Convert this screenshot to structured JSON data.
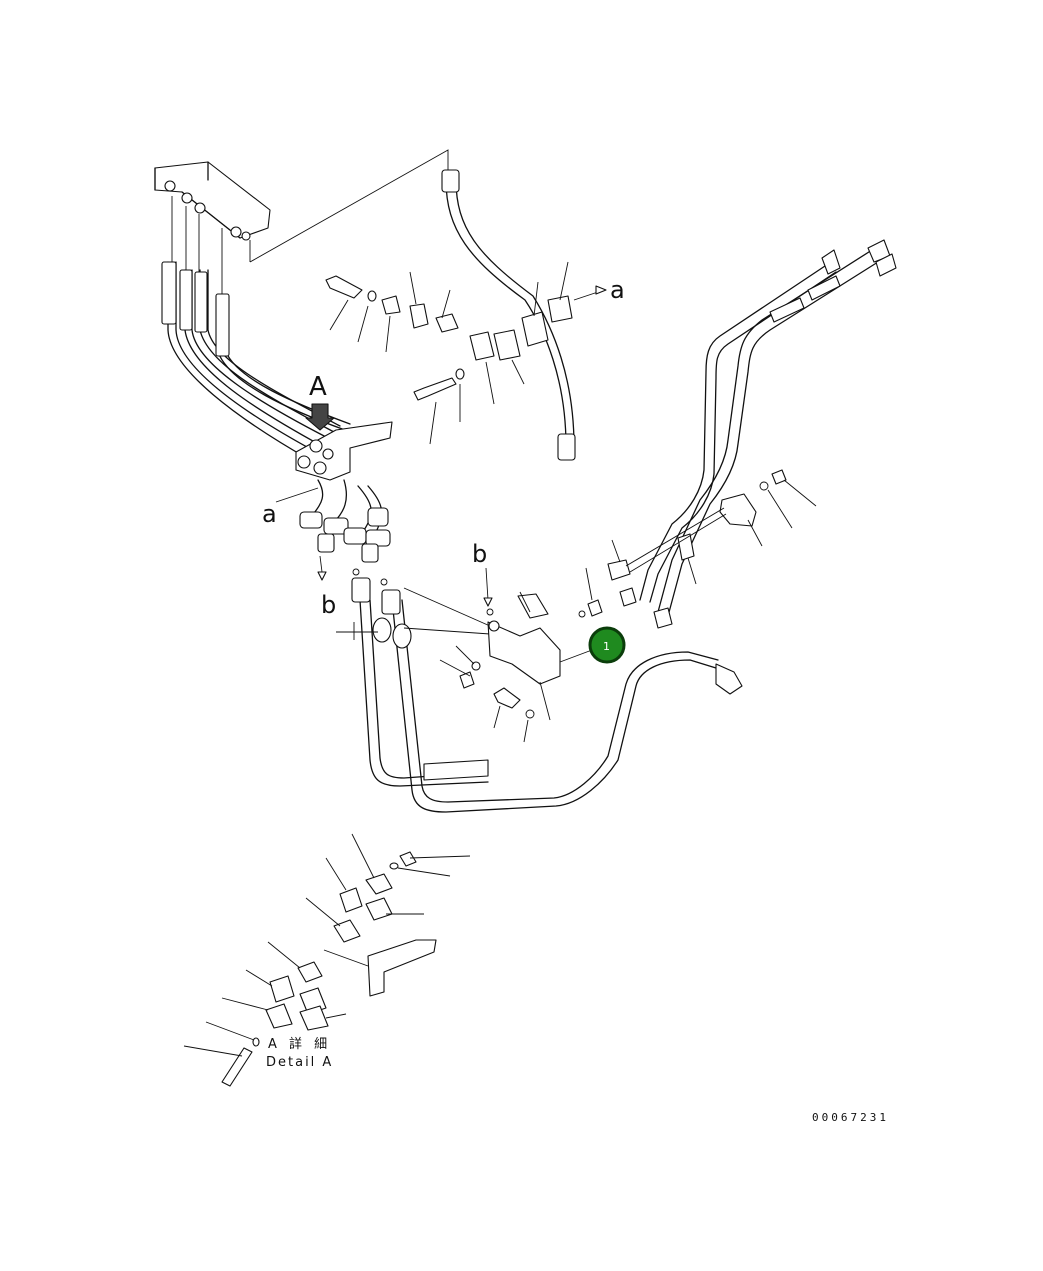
{
  "diagram": {
    "view_labels": {
      "A": "A",
      "a_top": "a",
      "a_left": "a",
      "b_top": "b",
      "b_left": "b"
    },
    "detail_caption_jp": "A 詳 細",
    "detail_caption_en": "Detail A",
    "drawing_number": "00067231",
    "callout": {
      "number": "1",
      "color": "#1f8a1f"
    }
  }
}
